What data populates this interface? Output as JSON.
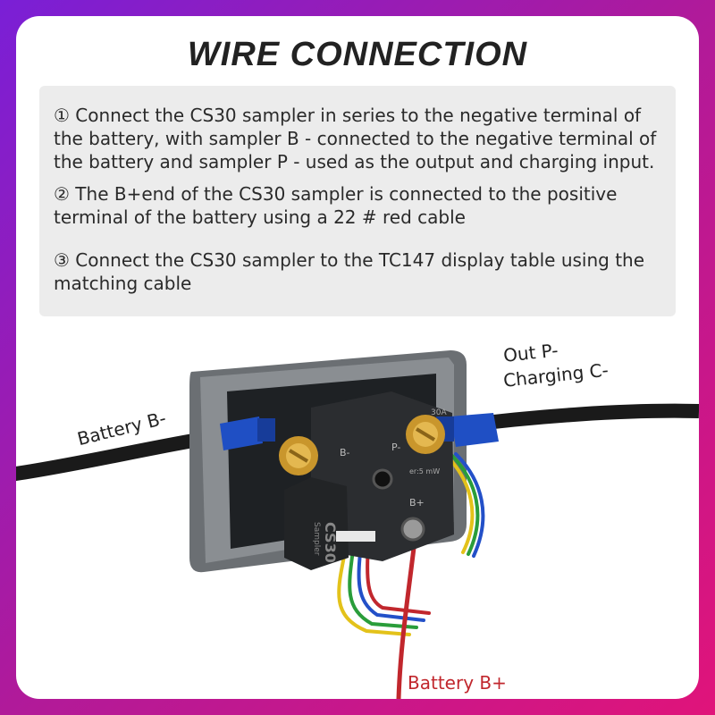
{
  "title": "WIRE CONNECTION",
  "steps": [
    {
      "num": "①",
      "text": "Connect the CS30 sampler in series to the negative terminal of the battery, with sampler B - connected to the negative terminal of the battery and sampler P - used as the output and charging input."
    },
    {
      "num": "②",
      "text": "The B+end of the CS30 sampler is connected to the positive terminal of the battery using a 22 # red cable"
    },
    {
      "num": "③",
      "text": "Connect the CS30 sampler to the TC147 display table using the matching cable"
    }
  ],
  "labels": {
    "battery_negative": "Battery B-",
    "out_p": "Out P-",
    "charging_c": "Charging C-",
    "battery_positive": "Battery B+"
  },
  "device": {
    "sampler_model": "CS30",
    "sampler_sub": "Sampler",
    "terminal_b_minus": "B-",
    "terminal_p_minus": "P-",
    "terminal_b_plus": "B+",
    "display_rating": "30A",
    "display_power": "er:5 mW"
  },
  "colors": {
    "background_gradient": [
      "#7a1fd6",
      "#e0147a"
    ],
    "connector_blue": "#1f4fc4",
    "brass": "#c9962c",
    "wire_red": "#c1272d",
    "wire_yellow": "#e3c21a",
    "wire_green": "#2a9d3a",
    "wire_blue": "#2350c8"
  }
}
